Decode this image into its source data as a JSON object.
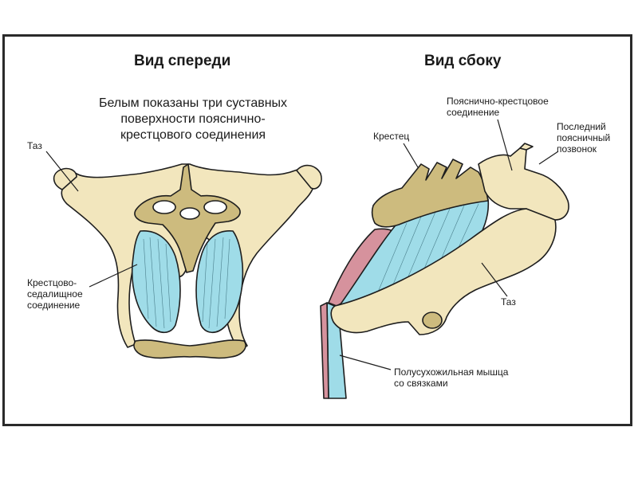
{
  "front_view": {
    "title": "Вид спереди",
    "note": [
      "Белым показаны три суставных",
      "поверхности пояснично-",
      "крестцового соединения"
    ],
    "labels": {
      "pelvis": "Таз",
      "sacroischial": [
        "Крестцово-",
        "седалищное",
        "соединение"
      ]
    }
  },
  "side_view": {
    "title": "Вид сбоку",
    "labels": {
      "lumbosacral": [
        "Пояснично-крестцовое",
        "соединение"
      ],
      "sacrum": "Крестец",
      "last_lumbar": [
        "Последний",
        "поясничный",
        "позвонок"
      ],
      "pelvis": "Таз",
      "semitendinosus": [
        "Полусухожильная мышца",
        "со связками"
      ]
    }
  },
  "colors": {
    "bone": "#f2e6bd",
    "bone_dark": "#d9c992",
    "ligament": "#9fdce8",
    "muscle": "#d6929d",
    "outline": "#1e1e1e",
    "frame": "#2a2a2a"
  }
}
